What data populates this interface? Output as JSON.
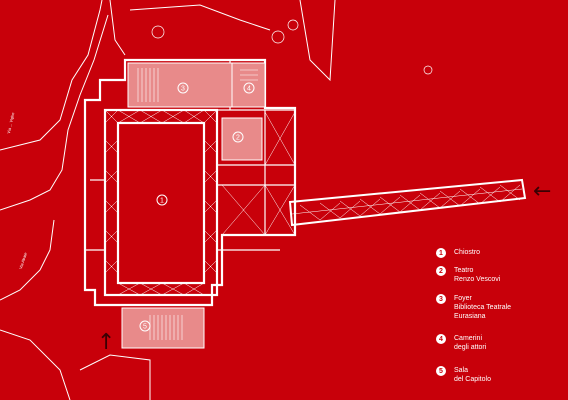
{
  "legend": {
    "items": [
      {
        "n": "1",
        "label": "Chiostro"
      },
      {
        "n": "2",
        "label": "Teatro\nRenzo Vescovi"
      },
      {
        "n": "3",
        "label": "Foyer\nBiblioteca Teatrale\nEurasiana"
      },
      {
        "n": "4",
        "label": "Camerini\ndegli attori"
      },
      {
        "n": "5",
        "label": "Sala\ndel Capitolo"
      }
    ]
  },
  "plan_numbers": [
    "1",
    "2",
    "3",
    "4",
    "5"
  ],
  "streets": [
    "Via ... Vighe",
    "Via Abate"
  ],
  "entrance_icons": [
    "arrow-left-icon",
    "arrow-up-icon"
  ],
  "colors": {
    "background": "#c8000a",
    "line": "#ffffff",
    "room_fill": "#e88a8a"
  }
}
